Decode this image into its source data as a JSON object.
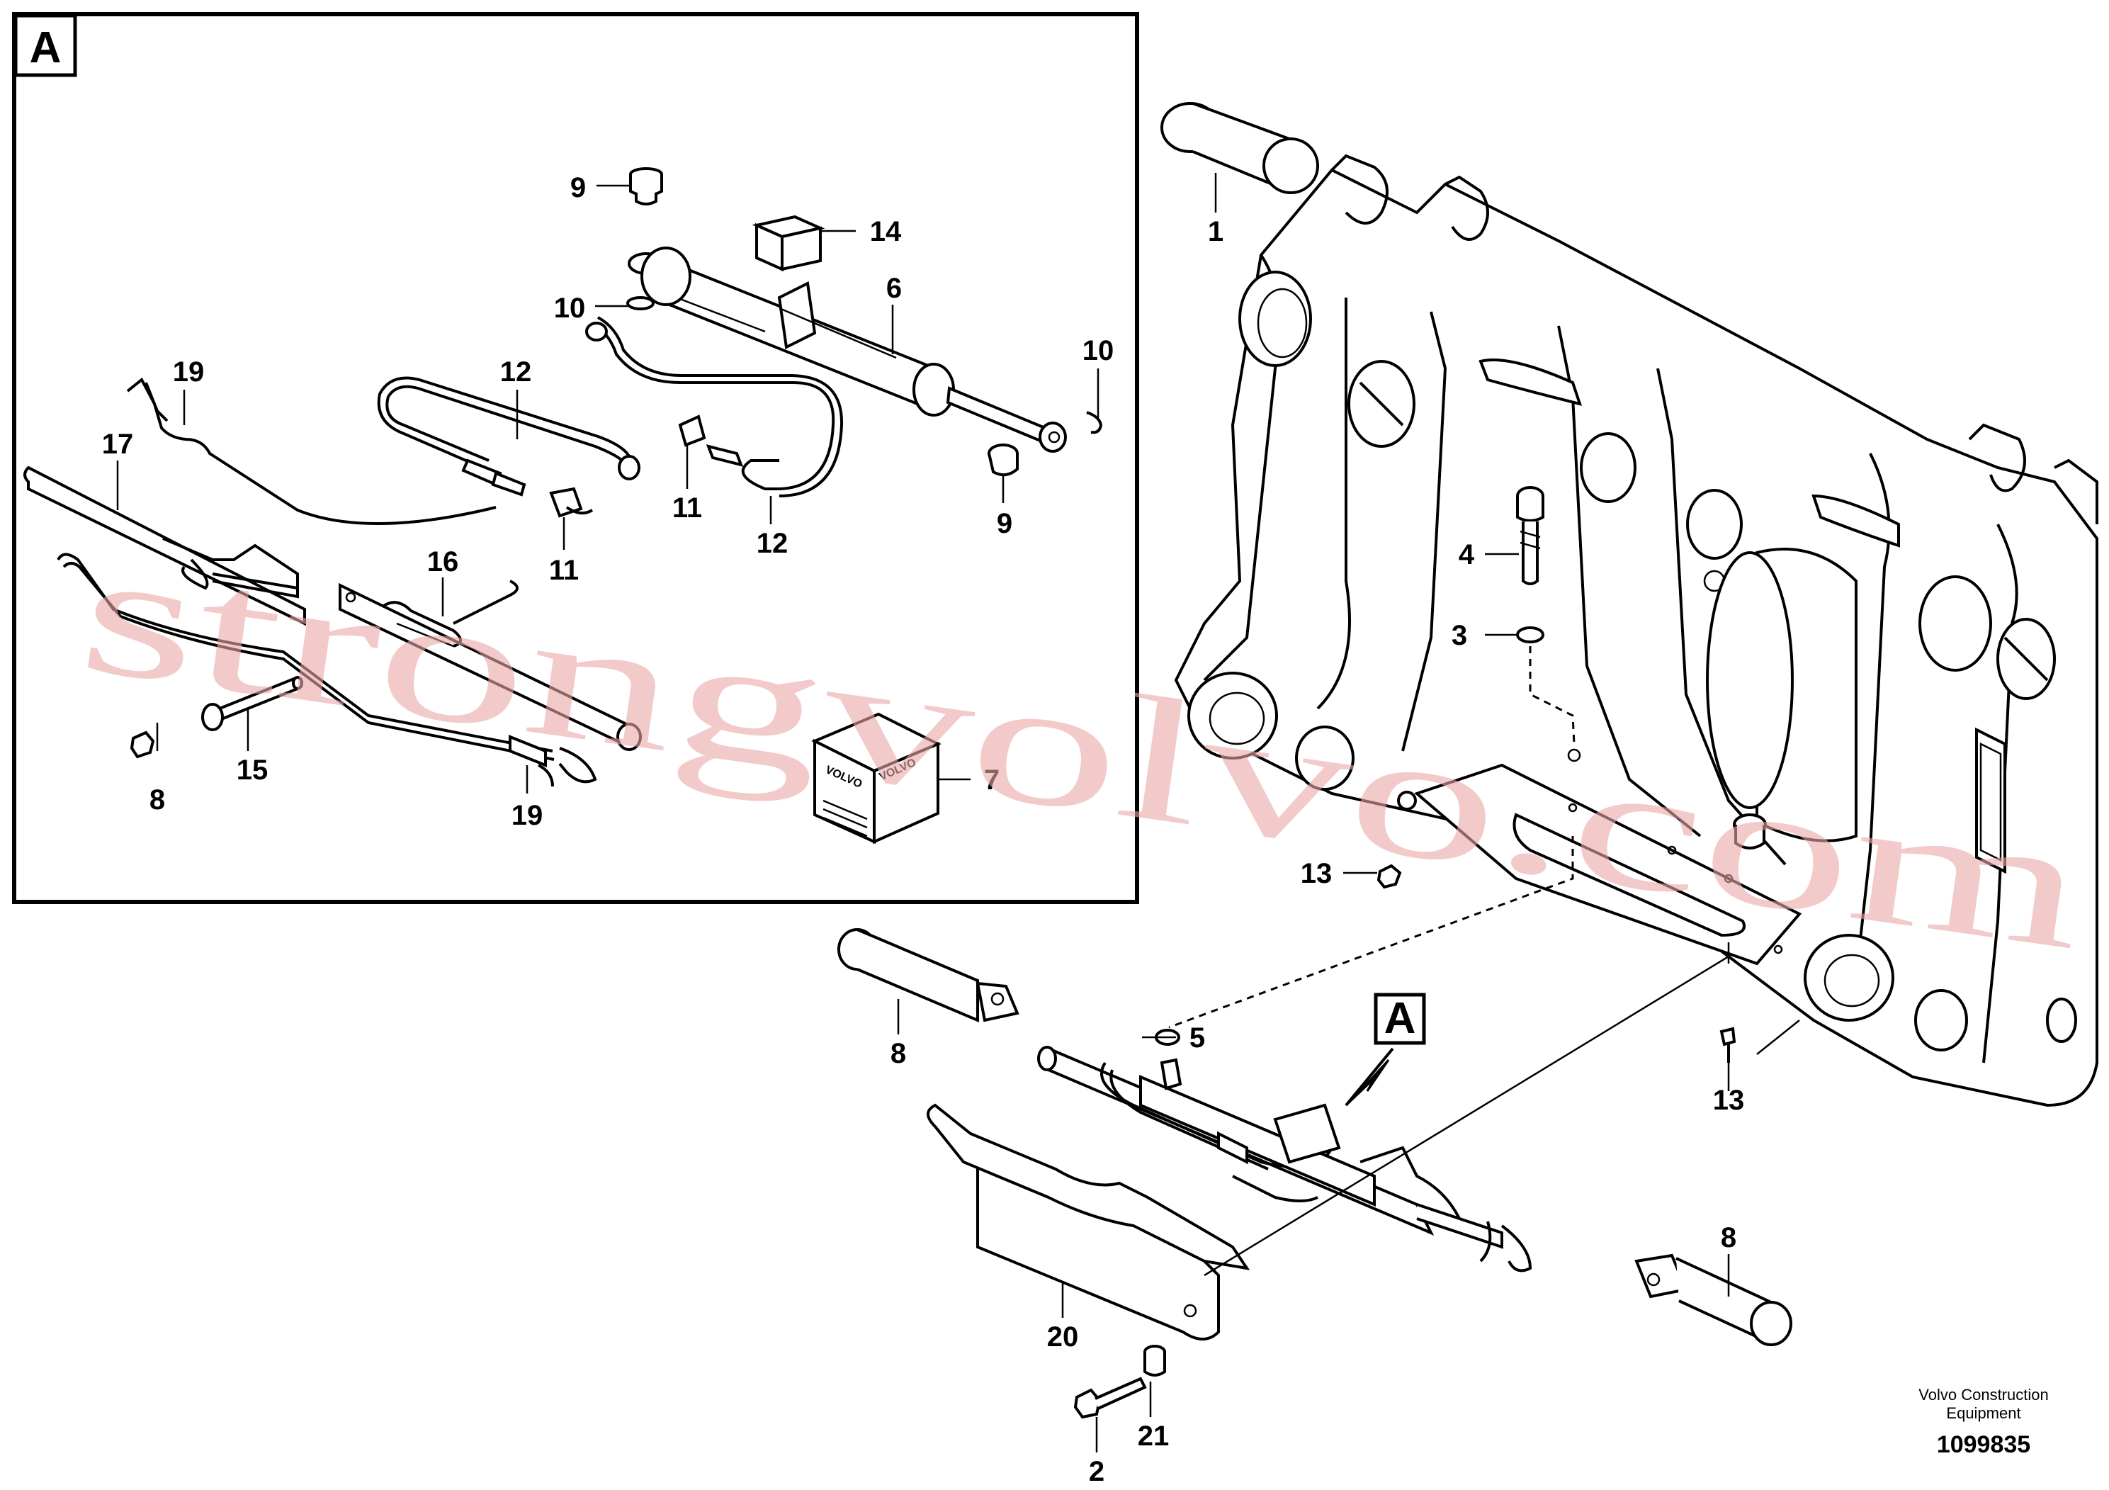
{
  "section": {
    "letter": "A"
  },
  "detail_callouts": [
    {
      "id": "d9a",
      "label": "9"
    },
    {
      "id": "d14",
      "label": "14"
    },
    {
      "id": "d6",
      "label": "6"
    },
    {
      "id": "d10a",
      "label": "10"
    },
    {
      "id": "d10b",
      "label": "10"
    },
    {
      "id": "d19a",
      "label": "19"
    },
    {
      "id": "d12a",
      "label": "12"
    },
    {
      "id": "d17",
      "label": "17"
    },
    {
      "id": "d11a",
      "label": "11"
    },
    {
      "id": "d11b",
      "label": "11"
    },
    {
      "id": "d12b",
      "label": "12"
    },
    {
      "id": "d9b",
      "label": "9"
    },
    {
      "id": "d16",
      "label": "16"
    },
    {
      "id": "d8",
      "label": "8"
    },
    {
      "id": "d15",
      "label": "15"
    },
    {
      "id": "d19b",
      "label": "19"
    },
    {
      "id": "d7",
      "label": "7"
    }
  ],
  "main_callouts": [
    {
      "id": "m1",
      "label": "1"
    },
    {
      "id": "m4",
      "label": "4"
    },
    {
      "id": "m3",
      "label": "3"
    },
    {
      "id": "m13a",
      "label": "13"
    },
    {
      "id": "m5",
      "label": "5"
    },
    {
      "id": "m8a",
      "label": "8"
    },
    {
      "id": "m13b",
      "label": "13"
    },
    {
      "id": "m8b",
      "label": "8"
    },
    {
      "id": "m20",
      "label": "20"
    },
    {
      "id": "m21",
      "label": "21"
    },
    {
      "id": "m2",
      "label": "2"
    }
  ],
  "box_brand_text": "VOLVO",
  "watermark": "strongvolvo.com",
  "footer": {
    "company_line1": "Volvo Construction",
    "company_line2": "Equipment",
    "drawing_number": "1099835"
  },
  "colors": {
    "ink": "#000000",
    "watermark": "#e9a7a7",
    "paper": "#ffffff"
  }
}
